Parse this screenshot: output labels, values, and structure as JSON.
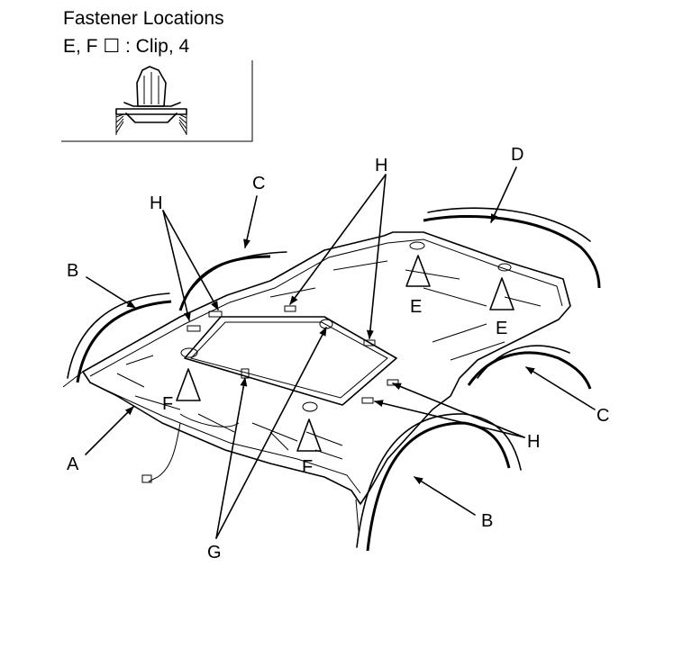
{
  "title": {
    "line1": "Fastener Locations",
    "line2": "E, F ☐ : Clip, 4"
  },
  "callouts": {
    "A": "A",
    "B": "B",
    "C": "C",
    "D": "D",
    "E": "E",
    "F": "F",
    "G": "G",
    "H": "H"
  }
}
